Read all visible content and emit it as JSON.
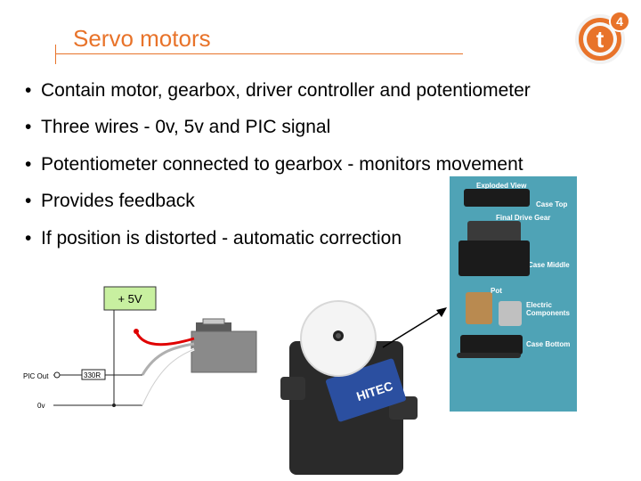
{
  "slide": {
    "title": "Servo motors",
    "logo": {
      "text": "t",
      "superscript": "4",
      "colors": {
        "ring": "#e8732a",
        "letter": "#ffffff"
      }
    }
  },
  "bullets": [
    "Contain motor, gearbox, driver controller and potentiometer",
    "Three wires - 0v, 5v and PIC signal",
    "Potentiometer connected to gearbox - monitors movement",
    "Provides feedback",
    "If position is distorted - automatic correction"
  ],
  "schematic": {
    "supply_label": "+ 5V",
    "pic_out_label": "PIC Out",
    "resistor_label": "330R",
    "ground_label": "0v",
    "colors": {
      "supply_box": "#c8f0a0",
      "motor_case": "#8a8a8a"
    }
  },
  "exploded_view": {
    "labels": [
      "Exploded View",
      "Case Top",
      "Final Drive Gear",
      "Case Middle",
      "Pot",
      "Electric Components",
      "Case Bottom"
    ],
    "colors": {
      "background": "#4fa3b6"
    }
  },
  "servo_photo": {
    "brand_text": "HITEC"
  }
}
